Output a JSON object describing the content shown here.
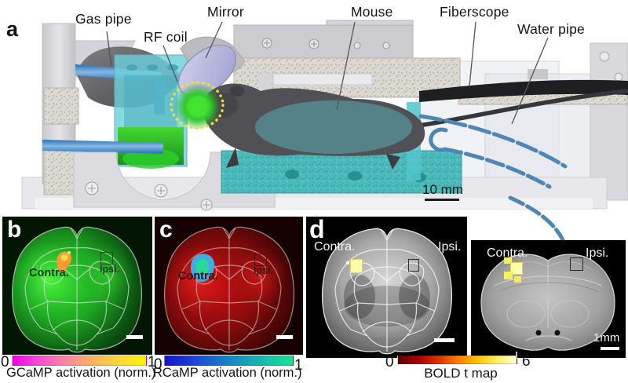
{
  "colors": {
    "gcamp_gradient": [
      "#ee00e8",
      "#f74ed2",
      "#fb86a0",
      "#ffb25c",
      "#ffd836",
      "#fff400"
    ],
    "rcamp_gradient": [
      "#1414cf",
      "#1d49da",
      "#1787c4",
      "#14b8ad",
      "#18e392"
    ],
    "bold_gradient": [
      "#5e0000",
      "#a60000",
      "#dd2c00",
      "#ff7a00",
      "#ffc100",
      "#fbee62",
      "#ffffd6"
    ],
    "gcamp_hotspot": "#ff9830",
    "rcamp_hotspot": "#2bd696",
    "bold_hotspot": "#faf27a",
    "glow_green": "#3fe32f",
    "pipe_blue": "#4e86b6"
  },
  "panel_a": {
    "label": "a",
    "callouts": {
      "gas_pipe": "Gas pipe",
      "rf_coil": "RF coil",
      "mirror": "Mirror",
      "mouse": "Mouse",
      "fiberscope": "Fiberscope",
      "water_pipe": "Water pipe"
    },
    "scale_bar": "10 mm"
  },
  "panel_b": {
    "label": "b",
    "contra_label": "Contra.",
    "ipsi_label": "Ipsi.",
    "colorbar": {
      "min": "0",
      "max": "1",
      "label": "GCaMP activation (norm.)"
    }
  },
  "panel_c": {
    "label": "c",
    "contra_label": "Contra.",
    "ipsi_label": "Ipsi.",
    "colorbar": {
      "min": "0",
      "max": "1",
      "label": "RCaMP activation (norm.)"
    }
  },
  "panel_d": {
    "label": "d",
    "axial": {
      "contra_label": "Contra.",
      "ipsi_label": "Ipsi."
    },
    "coronal": {
      "contra_label": "Contra.",
      "ipsi_label": "Ipsi.",
      "scale_bar": "1mm"
    },
    "colorbar": {
      "min": "0",
      "max": "6",
      "label": "BOLD t map"
    }
  }
}
